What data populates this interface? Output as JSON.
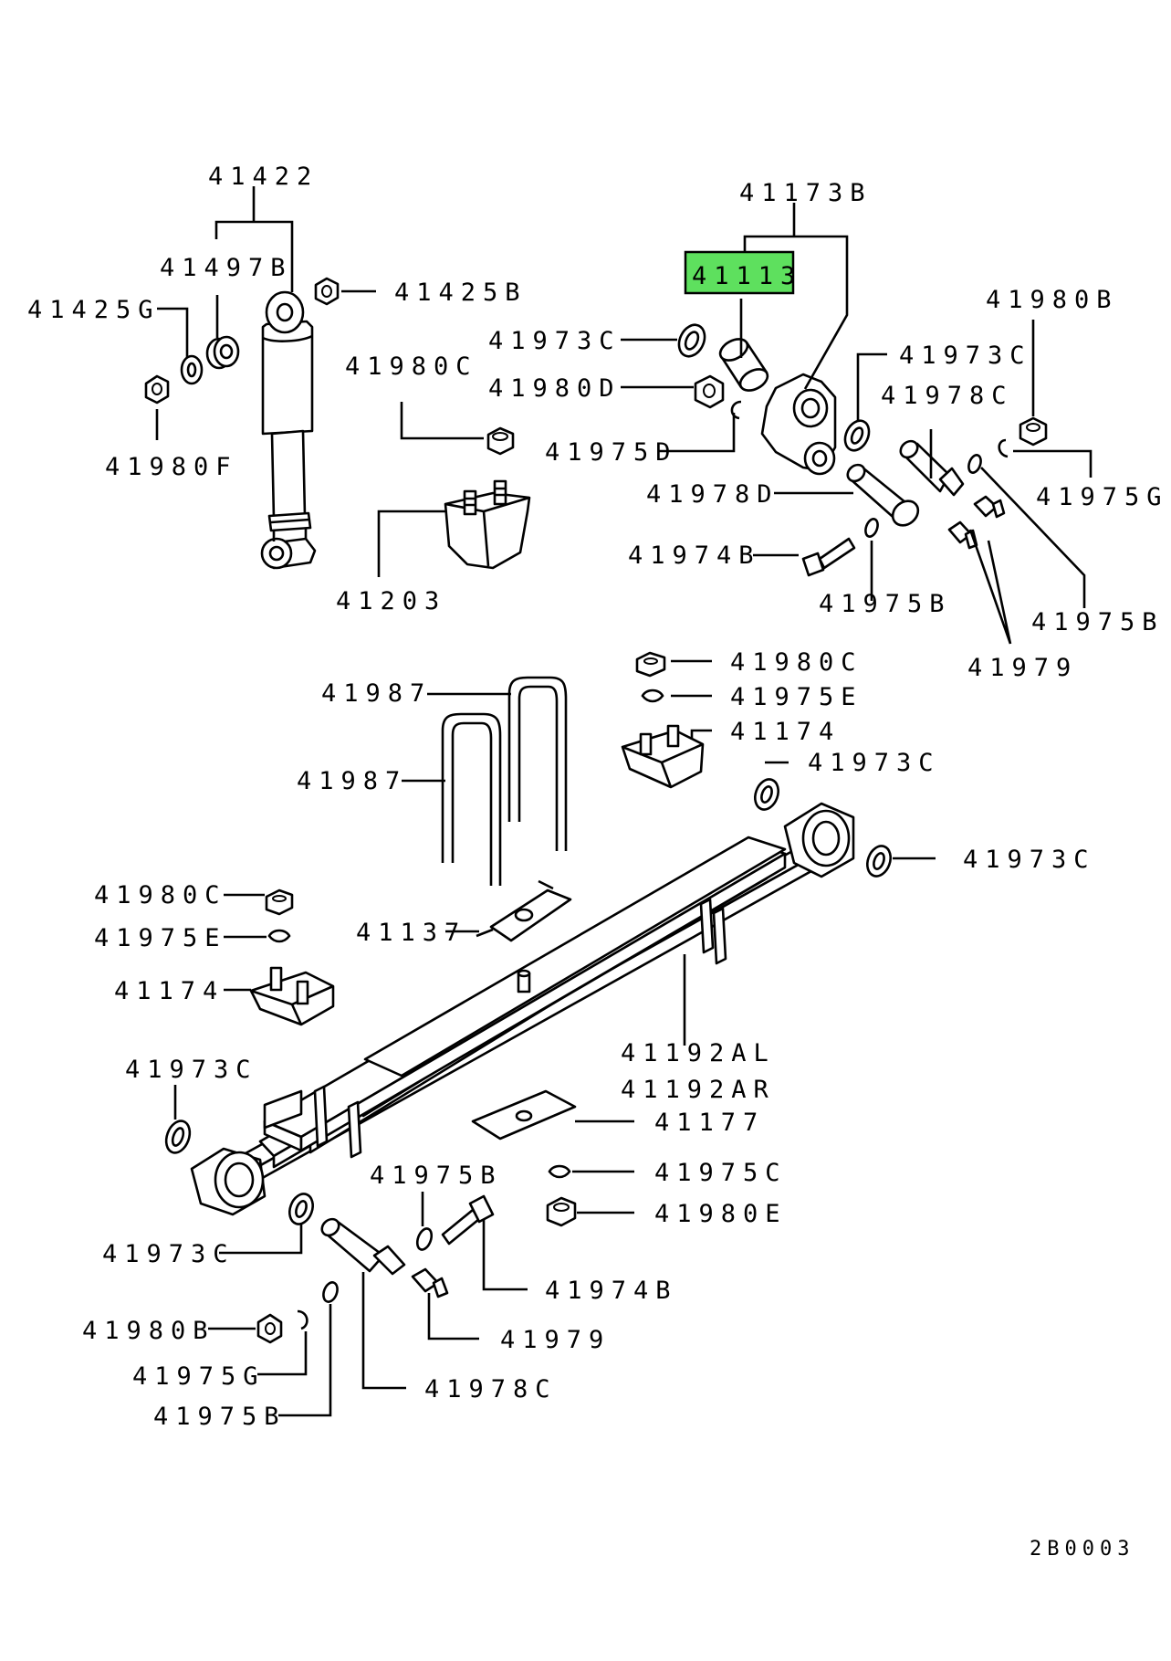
{
  "labels": {
    "l41422": "41422",
    "l41497B": "41497B",
    "l41425G": "41425G",
    "l41425B": "41425B",
    "l41980F": "41980F",
    "l41980C_top": "41980C",
    "l41203": "41203",
    "l41173B": "41173B",
    "l41113": "41113",
    "l41973C_a": "41973C",
    "l41980D": "41980D",
    "l41975D": "41975D",
    "l41973C_b": "41973C",
    "l41978C_top": "41978C",
    "l41980B_top": "41980B",
    "l41975G_top": "41975G",
    "l41978D": "41978D",
    "l41974B_top": "41974B",
    "l41975B_mid": "41975B",
    "l41975B_right": "41975B",
    "l41979_top": "41979",
    "l41980C_mid": "41980C",
    "l41975E_mid": "41975E",
    "l41174_mid": "41174",
    "l41973C_c": "41973C",
    "l41973C_d": "41973C",
    "l41987_a": "41987",
    "l41987_b": "41987",
    "l41980C_left": "41980C",
    "l41975E_left": "41975E",
    "l41174_left": "41174",
    "l41137": "41137",
    "l41192AL": "41192AL",
    "l41192AR": "41192AR",
    "l41973C_e": "41973C",
    "l41177": "41177",
    "l41975B_low": "41975B",
    "l41975C": "41975C",
    "l41980E": "41980E",
    "l41973C_f": "41973C",
    "l41974B_low": "41974B",
    "l41979_low": "41979",
    "l41980B_low": "41980B",
    "l41975G_low": "41975G",
    "l41978C_low": "41978C",
    "l41975B_bottom": "41975B"
  },
  "footer_code": "2B0003",
  "colors": {
    "highlight": "#5ee05e",
    "line": "#000000",
    "background": "#ffffff"
  }
}
